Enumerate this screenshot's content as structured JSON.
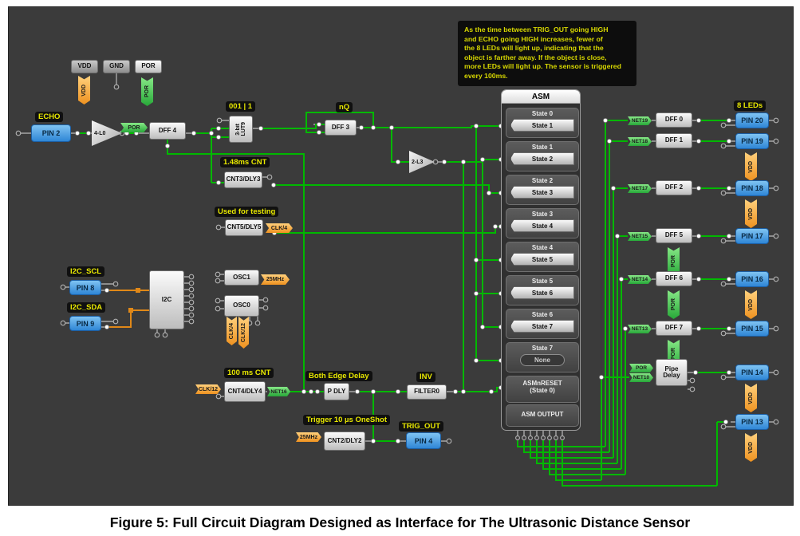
{
  "caption": "Figure 5: Full Circuit Diagram Designed as Interface for The Ultrasonic Distance Sensor",
  "note": "As the time between TRIG_OUT going HIGH\nand ECHO going HIGH increases, fewer of\nthe 8 LEDs will light up, indicating that the\nobject is farther away. If the object is close,\nmore LEDs will light up. The sensor is triggered\nevery 100ms.",
  "power": {
    "vdd": "VDD",
    "gnd": "GND",
    "por": "POR",
    "vdd_tag": "VDD",
    "por_tag": "POR"
  },
  "echo": {
    "label": "ECHO",
    "pin": "PIN 2",
    "buffer": "4-L0",
    "por_tag": "POR",
    "dff": "DFF 4"
  },
  "lut9": {
    "label": "001 | 1",
    "name1": "3-bit",
    "name2": "LUT9"
  },
  "dff3": {
    "label": "nQ",
    "name": "DFF 3"
  },
  "inv_buf": {
    "name": "2-L3"
  },
  "cnt3": {
    "label": "1.48ms CNT",
    "name": "CNT3/DLY3"
  },
  "cnt5": {
    "label": "Used for testing",
    "name": "CNT5/DLY5",
    "tag": "CLK/4"
  },
  "i2c": {
    "scl_label": "I2C_SCL",
    "scl_pin": "PIN 8",
    "sda_label": "I2C_SDA",
    "sda_pin": "PIN 9",
    "name": "I2C"
  },
  "osc1": {
    "name": "OSC1",
    "tag": "25MHz"
  },
  "osc0": {
    "name": "OSC0",
    "tag1": "CLK/4",
    "tag2": "CLK/12"
  },
  "cnt4": {
    "label": "100 ms CNT",
    "name": "CNT4/DLY4",
    "in_tag": "CLK/12",
    "out_tag": "NET16"
  },
  "pdly": {
    "label": "Both Edge Delay",
    "name": "P DLY"
  },
  "filter0": {
    "label": "INV",
    "name": "FILTER0"
  },
  "cnt2": {
    "label": "Trigger 10 µs OneShot",
    "name": "CNT2/DLY2",
    "in_tag": "25MHz"
  },
  "trig": {
    "label": "TRIG_OUT",
    "pin": "PIN 4"
  },
  "asm": {
    "title": "ASM",
    "states": [
      {
        "label": "State 0",
        "next": "State 1"
      },
      {
        "label": "State 1",
        "next": "State 2"
      },
      {
        "label": "State 2",
        "next": "State 3"
      },
      {
        "label": "State 3",
        "next": "State 4"
      },
      {
        "label": "State 4",
        "next": "State 5"
      },
      {
        "label": "State 5",
        "next": "State 6"
      },
      {
        "label": "State 6",
        "next": "State 7"
      },
      {
        "label": "State 7",
        "next": "None"
      }
    ],
    "reset_line1": "ASMnRESET",
    "reset_line2": "(State 0)",
    "output": "ASM OUTPUT"
  },
  "leds": {
    "header": "8 LEDs",
    "rows": [
      {
        "net": "NET19",
        "dff": "DFF 0",
        "pin": "PIN 20"
      },
      {
        "net": "NET18",
        "dff": "DFF 1",
        "pin": "PIN 19",
        "pin_tag": "VDD"
      },
      {
        "net": "NET17",
        "dff": "DFF 2",
        "pin": "PIN 18",
        "pin_tag": "VDD"
      },
      {
        "net": "NET15",
        "dff": "DFF 5",
        "pin": "PIN 17",
        "dff_tag": "POR"
      },
      {
        "net": "NET14",
        "dff": "DFF 6",
        "pin": "PIN 16",
        "dff_tag": "POR",
        "pin_tag": "VDD"
      },
      {
        "net": "NET13",
        "dff": "DFF 7",
        "pin": "PIN 15",
        "dff_tag": "POR"
      }
    ],
    "pipe": {
      "tag1": "POR",
      "tag2": "NET10",
      "name1": "Pipe",
      "name2": "Delay",
      "pin": "PIN 14",
      "pin_tag": "VDD"
    },
    "pin13": {
      "pin": "PIN 13",
      "pin_tag": "VDD"
    }
  }
}
